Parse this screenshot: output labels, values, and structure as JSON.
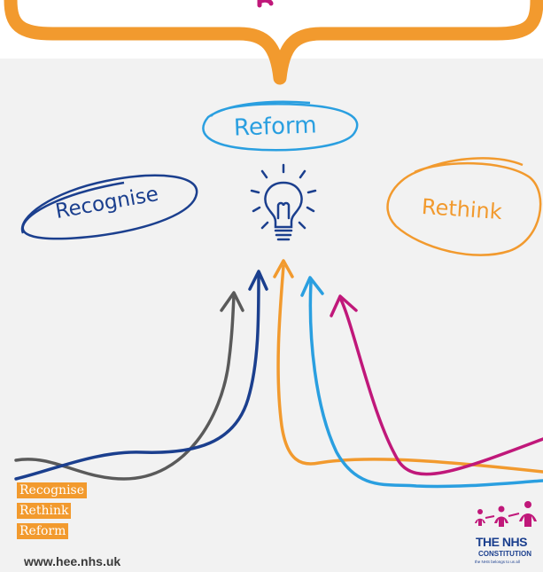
{
  "illustration": {
    "bubble_reform": "Reform",
    "bubble_recognise": "Recognise",
    "bubble_rethink": "Rethink"
  },
  "tags": [
    "Recognise",
    "Rethink",
    "Reform"
  ],
  "footer": {
    "url": "www.hee.nhs.uk"
  },
  "nhs_logo": {
    "title": "THE NHS",
    "subtitle": "CONSTITUTION",
    "tagline": "the NHS belongs to us all"
  },
  "colors": {
    "orange": "#f29a2e",
    "navy": "#1b3f8e",
    "light_blue": "#2a9fe0",
    "magenta": "#c0187a",
    "grey": "#5a5a5a",
    "panel": "#f2f2f2"
  }
}
